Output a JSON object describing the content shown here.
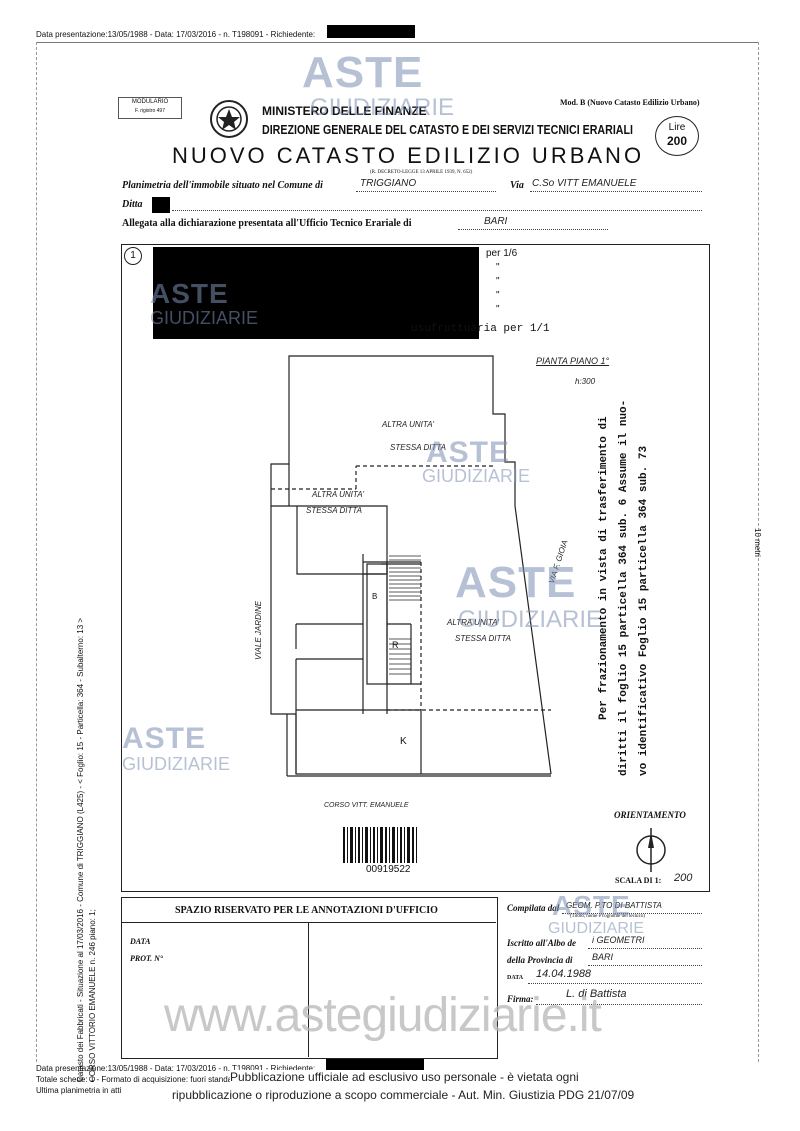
{
  "header": {
    "data_line": "Data presentazione:13/05/1988 - Data: 17/03/2016 - n. T198091 - Richiedente:"
  },
  "form": {
    "modulario": "MODULARIO",
    "modulario_sub": "F. rigistro 497",
    "ministero": "MINISTERO DELLE FINANZE",
    "direzione": "DIREZIONE GENERALE DEL CATASTO E DEI SERVIZI TECNICI ERARIALI",
    "mod_b": "Mod. B (Nuovo Catasto Edilizio Urbano)",
    "lire_label": "Lire",
    "lire_value": "200",
    "title": "NUOVO CATASTO EDILIZIO URBANO",
    "decreto": "(R. DECRETO-LEGGE 13 APRILE 1939, N. 652)",
    "planimetria_label": "Planimetria dell'immobile situato nel Comune di",
    "comune_value": "TRIGGIANO",
    "via_label": "Via",
    "via_value": "C.So VITT EMANUELE",
    "ditta_label": "Ditta",
    "allegata_label": "Allegata alla dichiarazione presentata all'Ufficio Tecnico Erariale di",
    "ufficio_value": "BARI"
  },
  "plan": {
    "sheet_number": "1",
    "ownership_lines": [
      "per 1/6",
      "\"",
      "\"",
      "\"",
      "\""
    ],
    "usufrutto": "usufruttuaria per 1/1",
    "pianta": "PIANTA PIANO 1°",
    "scale_small": "h:300",
    "room_altra_unita": "ALTRA UNITA'",
    "room_stessa_ditta": "STESSA DITTA",
    "viale": "VIALE JARDINE",
    "via_gioia": "VIA F. GIOIA",
    "corso": "CORSO VITT. EMANUELE",
    "barcode_number": "00919522",
    "room_k": "K",
    "room_r": "R",
    "room_b": "B",
    "frazionamento_lines": [
      "Per frazionamento in vista di trasferimento di",
      "diritti il foglio 15 particella 364 sub. 6 Assume il nuo-",
      "vo identificativo Foglio 15 particella 364 sub. 73"
    ],
    "orientamento": "ORIENTAMENTO",
    "scala_label": "SCALA DI 1:",
    "scala_value": "200",
    "right_margin": "10 metri"
  },
  "office": {
    "spazio": "SPAZIO RISERVATO PER LE ANNOTAZIONI D'UFFICIO",
    "data_label": "DATA",
    "prot_label": "PROT. N°",
    "compilata_label": "Compilata dal",
    "compilata_value": "GEOM. P.TO DI BATTISTA",
    "compilata_sub": "(Titolo, nome e cognome del tecnico)",
    "iscritto_label": "Iscritto all'Albo de",
    "iscritto_value": "i GEOMETRI",
    "provincia_label": "della Provincia di",
    "provincia_value": "BARI",
    "data2_label": "DATA",
    "data2_value": "14.04.1988",
    "firma_label": "Firma:",
    "firma_value": "L. di Battista"
  },
  "side_text": {
    "line1": "Catasto dei Fabbricati - Situazione al 17/03/2016 - Comune di TRIGGIANO (L425) - < Foglio: 15 - Particella: 364 - Subalterno: 13 >",
    "line2": "CORSO VITTORIO EMANUELE n. 246 piano: 1;"
  },
  "footer": {
    "line1": "Data presentazione:13/05/1988 - Data: 17/03/2016 - n. T198091 - Richiedente:",
    "line2": "Totale schede: 1 - Formato di acquisizione: fuori standard",
    "line3": "Ultima planimetria in atti",
    "notice1": "Pubblicazione ufficiale ad esclusivo uso personale - è vietata ogni",
    "notice2": "ripubblicazione o riproduzione a scopo commerciale - Aut. Min. Giustizia PDG 21/07/09"
  },
  "watermark": {
    "aste": "ASTE",
    "giudiziarie": "GIUDIZIARIE",
    "site": "www.astegiudiziarie.it"
  },
  "colors": {
    "watermark": "#7d90b4",
    "ink": "#111111"
  }
}
